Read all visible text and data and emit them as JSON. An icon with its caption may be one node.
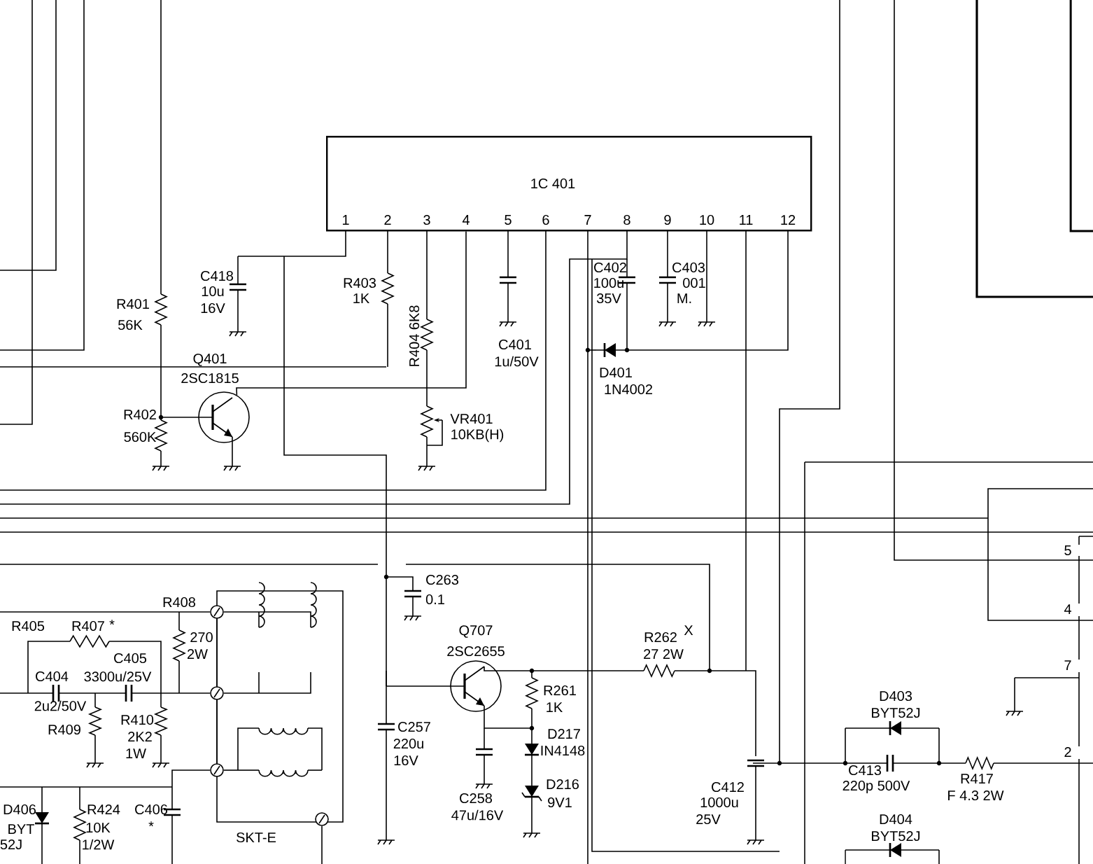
{
  "diagram": {
    "nodes": [
      {
        "text": [
          "1C 401",
          "1",
          "2",
          "3",
          "4",
          "5",
          "6",
          "7",
          "8",
          "9",
          "10",
          "11",
          "12"
        ]
      },
      {
        "text": [],
        "shape": "circle",
        "beside": [
          "Q401",
          "2SC1815"
        ]
      }
    ],
    "edges": [
      {
        "from": 0,
        "to": 1,
        "arrow": "none"
      }
    ],
    "labels": [
      "C418",
      "10u",
      "16V",
      "R401",
      "56K",
      "R403",
      "1K",
      "R404 6K8",
      "C401",
      "1u/50V",
      "C402",
      "100u",
      "35V",
      "C403",
      "001",
      "M.",
      "D401",
      "1N4002",
      "R402",
      "560K",
      "VR401",
      "10KB(H)",
      "5",
      "R408",
      "C263",
      "0.1",
      "4",
      "R405",
      "R407",
      "*",
      "270",
      "2W",
      "Q707",
      "2SC2655",
      "R262",
      "X",
      "27 2W",
      "C405",
      "C404",
      "3300u/25V",
      "7",
      "R261",
      "1K",
      "D403",
      "BYT52J",
      "2u2/50V",
      "R409",
      "R410",
      "2K2",
      "1W",
      "D217",
      "IN4148",
      "C257",
      "220u",
      "16V",
      "2",
      "C413",
      "220p 500V",
      "R417",
      "F 4.3 2W",
      "D216",
      "9V1",
      "C412",
      "1000u",
      "25V",
      "C258",
      "47u/16V",
      "D406",
      "BYT",
      "52J",
      "R424",
      "10K",
      "1/2W",
      "C406",
      "*",
      "D404",
      "BYT52J",
      "SKT-E"
    ]
  }
}
